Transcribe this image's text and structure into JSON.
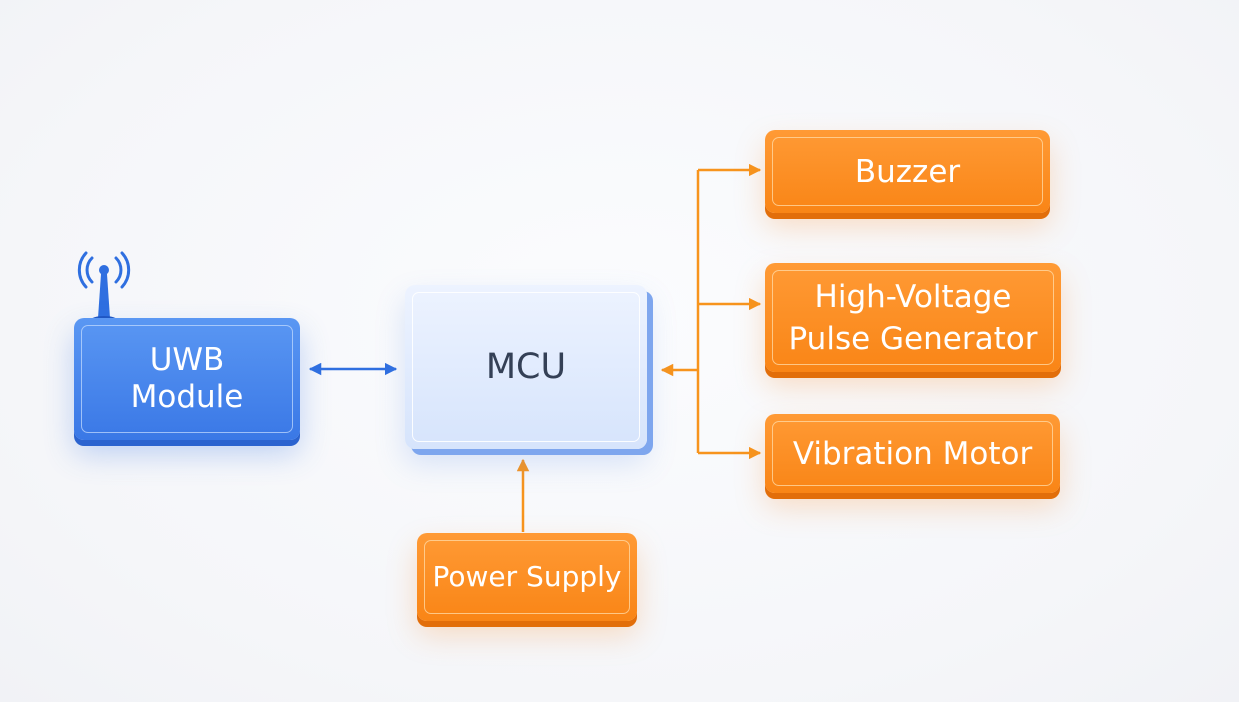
{
  "diagram": {
    "nodes": {
      "uwb": {
        "label": "UWB Module"
      },
      "mcu": {
        "label": "MCU"
      },
      "buzzer": {
        "label": "Buzzer"
      },
      "hv_pulse": {
        "label": "High-Voltage Pulse Generator"
      },
      "vibration": {
        "label": "Vibration Motor"
      },
      "power": {
        "label": "Power Supply"
      }
    },
    "edges": [
      {
        "from": "uwb",
        "to": "mcu",
        "direction": "bidirectional"
      },
      {
        "from": "power",
        "to": "mcu",
        "direction": "forward"
      },
      {
        "from": "mcu",
        "to": "buzzer",
        "direction": "forward"
      },
      {
        "from": "mcu",
        "to": "hv_pulse",
        "direction": "forward"
      },
      {
        "from": "mcu",
        "to": "vibration",
        "direction": "forward"
      }
    ],
    "colors": {
      "orange": "#f98516",
      "blue": "#3a78e6",
      "mcu_fill": "#e3ecfd",
      "blue_connector": "#2f6fe0",
      "orange_connector": "#f7941d"
    }
  }
}
